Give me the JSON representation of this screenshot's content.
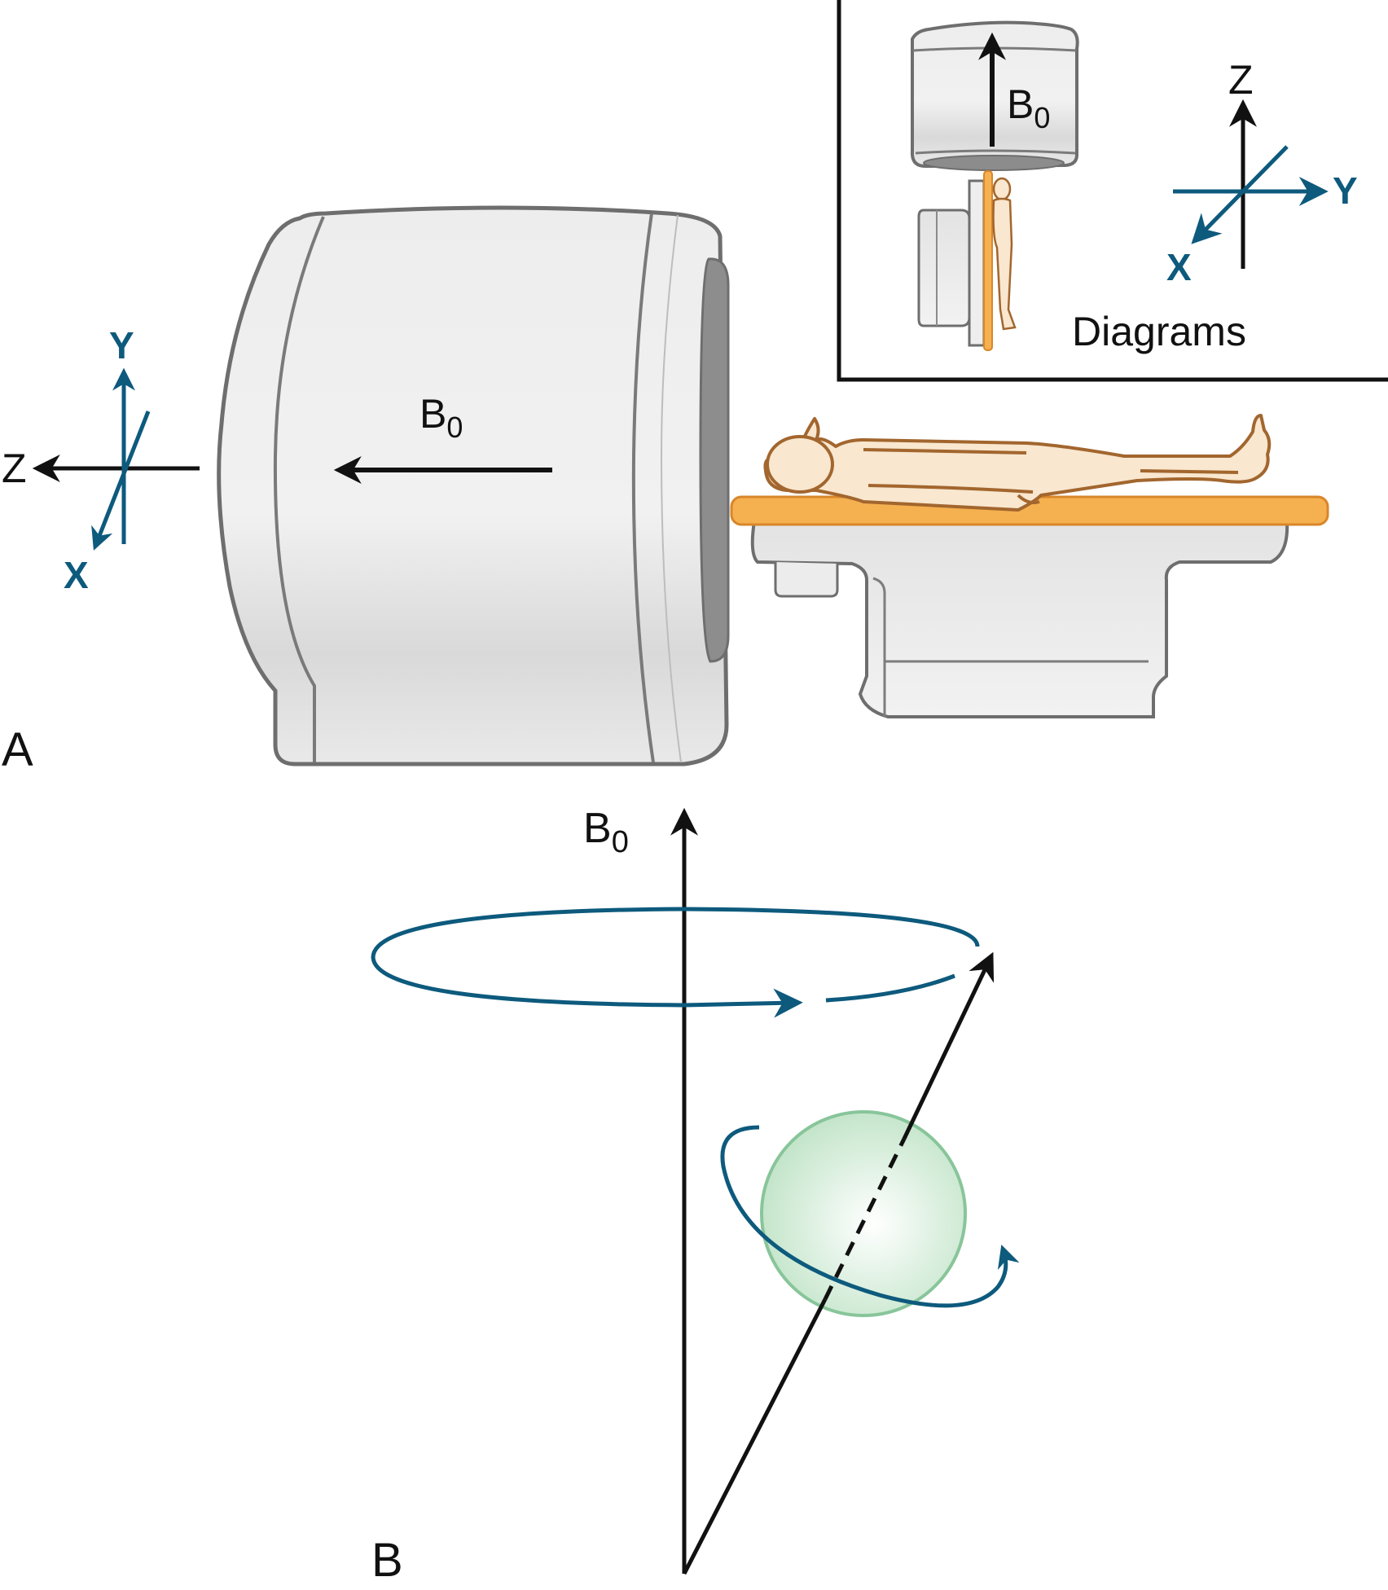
{
  "colors": {
    "axis_blue": "#0d5a7d",
    "arrow_black": "#111111",
    "magnet_fill": "#e6e6e6",
    "magnet_stroke": "#6e6e6e",
    "table_orange": "#f5b050",
    "skin": "#f9e7cf",
    "skin_stroke": "#a2662e",
    "sphere_green": "#c9e8cf",
    "inset_border": "#111111"
  },
  "panel_a": {
    "letter": "A",
    "field_label": "B",
    "field_subscript": "0",
    "axes": {
      "z": "Z",
      "y": "Y",
      "x": "X"
    }
  },
  "inset": {
    "field_label": "B",
    "field_subscript": "0",
    "caption": "Diagrams",
    "axes": {
      "z": "Z",
      "y": "Y",
      "x": "X"
    }
  },
  "panel_b": {
    "letter": "B",
    "field_label": "B",
    "field_subscript": "0"
  },
  "icons": {
    "magnet": "mri-magnet-icon",
    "patient": "patient-figure-icon",
    "table": "patient-table-icon",
    "proton": "proton-sphere-icon"
  }
}
